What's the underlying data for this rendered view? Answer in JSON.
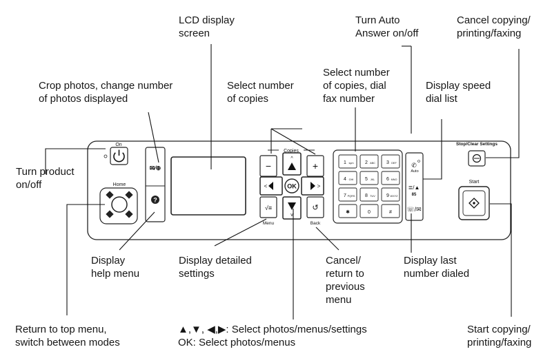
{
  "callouts": {
    "lcd": "LCD display\nscreen",
    "auto_answer": "Turn Auto\nAnswer on/off",
    "cancel_copying": "Cancel copying/\nprinting/faxing",
    "copies_dial": "Select number\nof copies, dial\nfax number",
    "crop_photos": "Crop photos, change number\nof photos displayed",
    "select_copies": "Select number\nof copies",
    "speed_dial": "Display speed\ndial list",
    "turn_on": "Turn product\non/off",
    "help_menu": "Display\nhelp menu",
    "detailed_settings": "Display detailed\nsettings",
    "back": "Cancel/\nreturn to\nprevious\nmenu",
    "last_number": "Display last\nnumber dialed",
    "top_menu": "Return to top menu,\nswitch between modes",
    "arrows_line": "▲,▼, ◀,▶: Select photos/menus/settings",
    "ok_line": "OK: Select photos/menus",
    "start_copying": "Start copying/\nprinting/faxing"
  },
  "panel": {
    "on": "On",
    "home": "Home",
    "copies": "Copies",
    "menu": "Menu",
    "back": "Back",
    "stop": "Stop/Clear Settings",
    "start": "Start",
    "ok": "OK",
    "auto": "Auto",
    "keys": [
      {
        "num": "1",
        "sub": "sym"
      },
      {
        "num": "2",
        "sub": "ABC"
      },
      {
        "num": "3",
        "sub": "DEF"
      },
      {
        "num": "4",
        "sub": "GHI"
      },
      {
        "num": "5",
        "sub": "JKL"
      },
      {
        "num": "6",
        "sub": "MNO"
      },
      {
        "num": "7",
        "sub": "PQRS"
      },
      {
        "num": "8",
        "sub": "TUV"
      },
      {
        "num": "9",
        "sub": "WXYZ"
      },
      {
        "num": "✱",
        "sub": ""
      },
      {
        "num": "0",
        "sub": ""
      },
      {
        "num": "#",
        "sub": ""
      }
    ]
  }
}
